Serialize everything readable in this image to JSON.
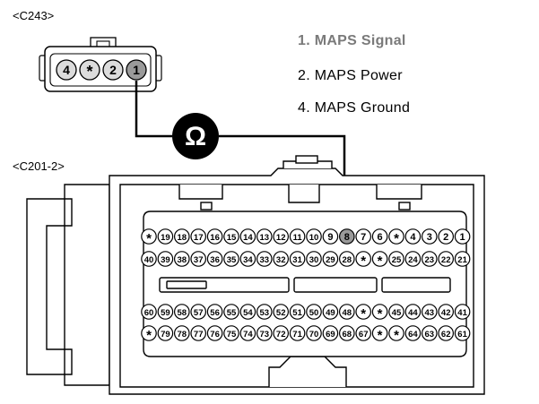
{
  "connectors": {
    "c243": {
      "title": "<C243>",
      "pins": [
        {
          "label": "4",
          "kind": "num"
        },
        {
          "label": "*",
          "kind": "star"
        },
        {
          "label": "2",
          "kind": "num"
        },
        {
          "label": "1",
          "kind": "num",
          "highlight": true
        }
      ]
    },
    "c201": {
      "title": "<C201-2>",
      "rows": [
        [
          "*",
          "19",
          "18",
          "17",
          "16",
          "15",
          "14",
          "13",
          "12",
          "11",
          "10",
          "9",
          "8",
          "7",
          "6",
          "*",
          "4",
          "3",
          "2",
          "1"
        ],
        [
          "40",
          "39",
          "38",
          "37",
          "36",
          "35",
          "34",
          "33",
          "32",
          "31",
          "30",
          "29",
          "28",
          "*",
          "*",
          "25",
          "24",
          "23",
          "22",
          "21"
        ],
        [
          "60",
          "59",
          "58",
          "57",
          "56",
          "55",
          "54",
          "53",
          "52",
          "51",
          "50",
          "49",
          "48",
          "*",
          "*",
          "45",
          "44",
          "43",
          "42",
          "41"
        ],
        [
          "*",
          "79",
          "78",
          "77",
          "76",
          "75",
          "74",
          "73",
          "72",
          "71",
          "70",
          "69",
          "68",
          "67",
          "*",
          "*",
          "64",
          "63",
          "62",
          "61"
        ]
      ],
      "highlight_pin": "8"
    }
  },
  "meter": {
    "symbol": "Ω",
    "icon": "ohmmeter-icon"
  },
  "legend": [
    {
      "text": "1. MAPS Signal",
      "highlight": true
    },
    {
      "text": "2. MAPS Power",
      "highlight": false
    },
    {
      "text": "4. MAPS Ground",
      "highlight": false
    }
  ],
  "colors": {
    "line": "#000000",
    "pin_fill": "#dcdcdc",
    "highlight_pin": "#9a9a9a",
    "legend_highlight": "#7a7a7a"
  }
}
